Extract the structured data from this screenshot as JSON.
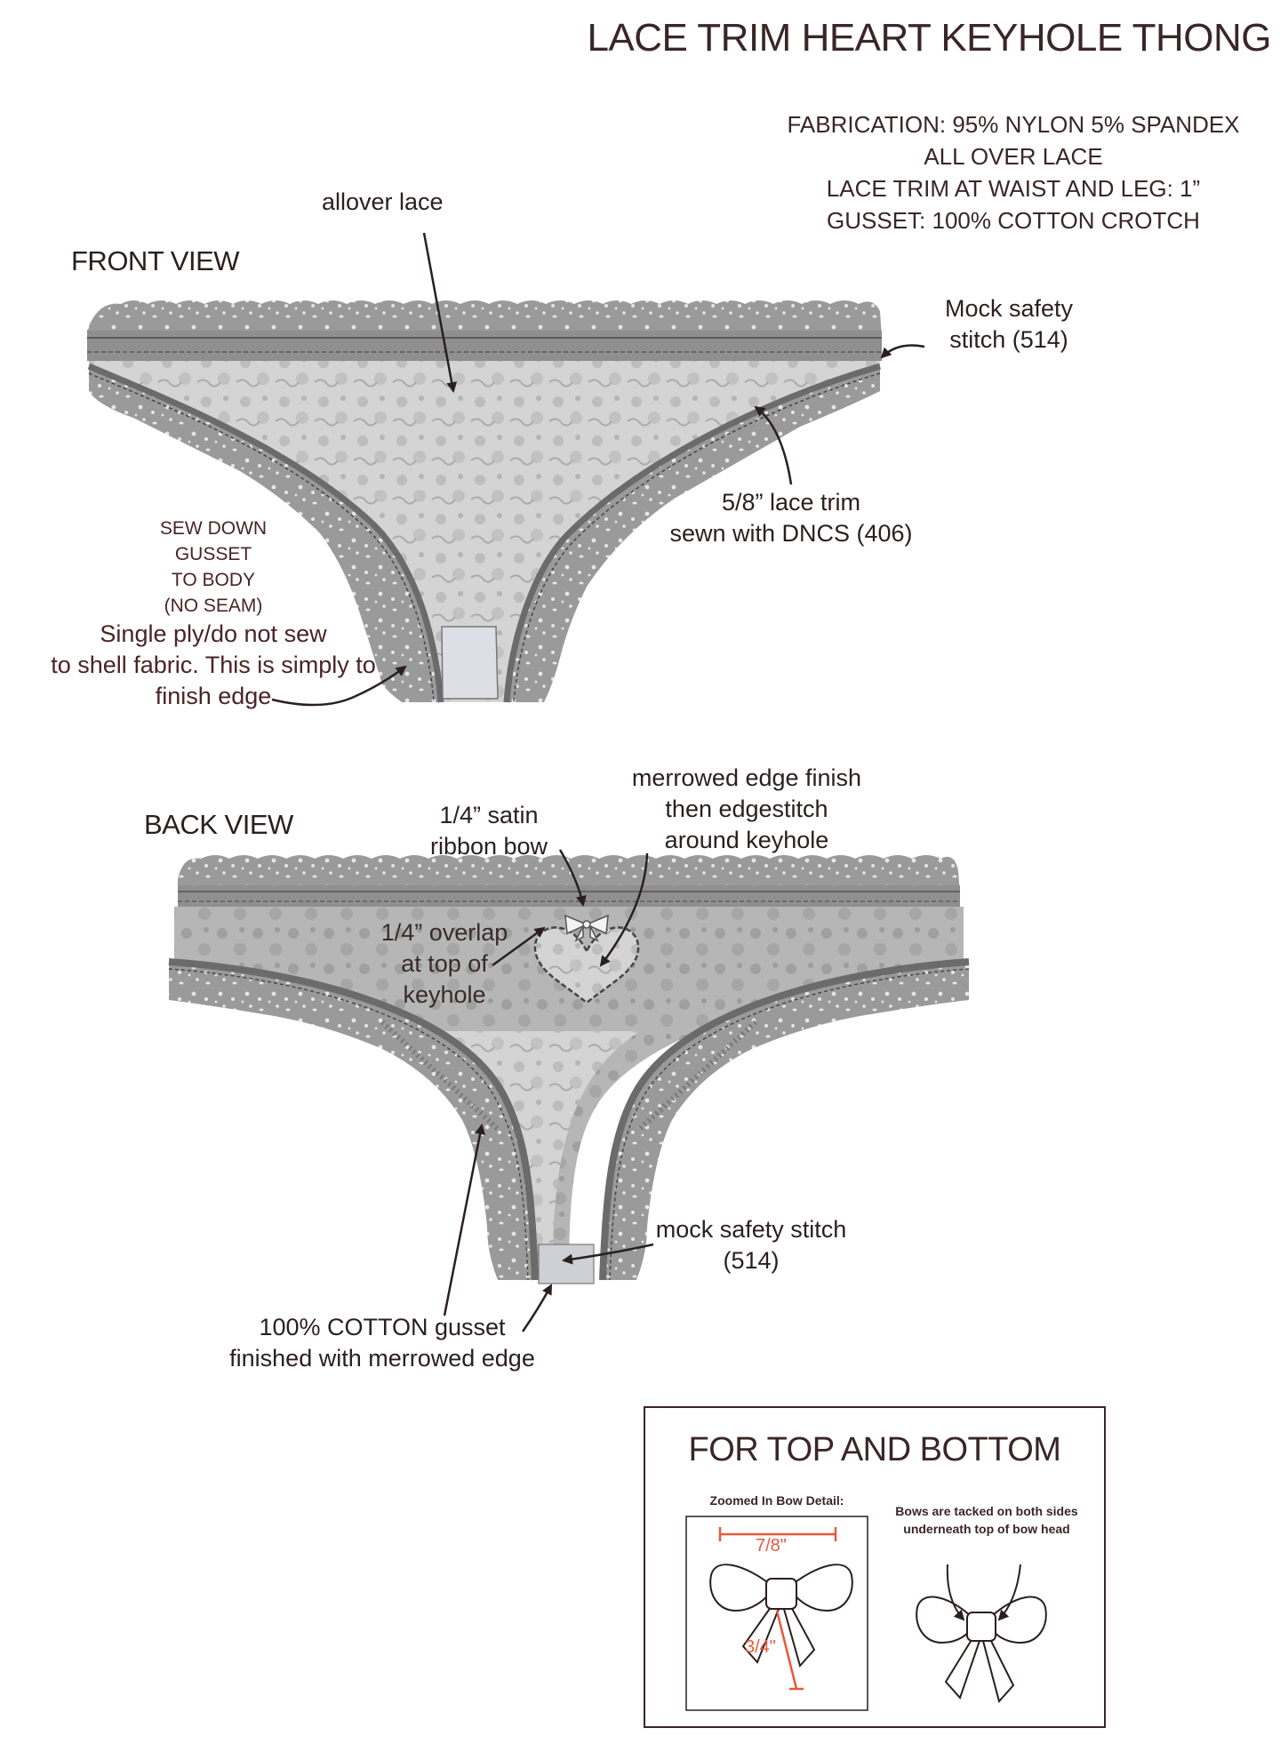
{
  "title": "LACE TRIM HEART KEYHOLE THONG",
  "specs": [
    "FABRICATION: 95% NYLON 5% SPANDEX",
    "ALL OVER LACE",
    "LACE TRIM AT WAIST AND LEG: 1”",
    "GUSSET: 100% COTTON CROTCH"
  ],
  "front": {
    "view_label": "FRONT VIEW",
    "allover_lace": "allover lace",
    "mock_safety": [
      "Mock safety",
      "stitch (514)"
    ],
    "lace_trim": [
      "5/8” lace trim",
      "sewn with DNCS (406)"
    ],
    "sew_down": [
      "SEW DOWN",
      "GUSSET",
      "TO BODY",
      "(NO SEAM)"
    ],
    "single_ply": [
      "Single ply/do not sew",
      "to shell fabric. This is simply to",
      "finish edge"
    ]
  },
  "back": {
    "view_label": "BACK VIEW",
    "ribbon_bow": [
      "1/4” satin",
      "ribbon bow"
    ],
    "merrowed": [
      "merrowed edge finish",
      "then edgestitch",
      "around keyhole"
    ],
    "overlap": [
      "1/4” overlap",
      "at top of",
      "keyhole"
    ],
    "mock_safety": [
      "mock safety stitch",
      "(514)"
    ],
    "cotton_gusset": [
      "100% COTTON gusset",
      "finished with merrowed edge"
    ]
  },
  "bow_box": {
    "title": "FOR TOP AND BOTTOM",
    "zoom_label": "Zoomed In Bow Detail:",
    "width_dim": "7/8\"",
    "length_dim": "3/4\"",
    "tack_note": [
      "Bows are tacked on both sides",
      "underneath top of bow head"
    ]
  },
  "colors": {
    "lace": "#9a9a9a",
    "lace_dark": "#7e7e7e",
    "mesh": "#cfcfcf",
    "dimension": "#e8593a",
    "text": "#2a1f1f"
  }
}
